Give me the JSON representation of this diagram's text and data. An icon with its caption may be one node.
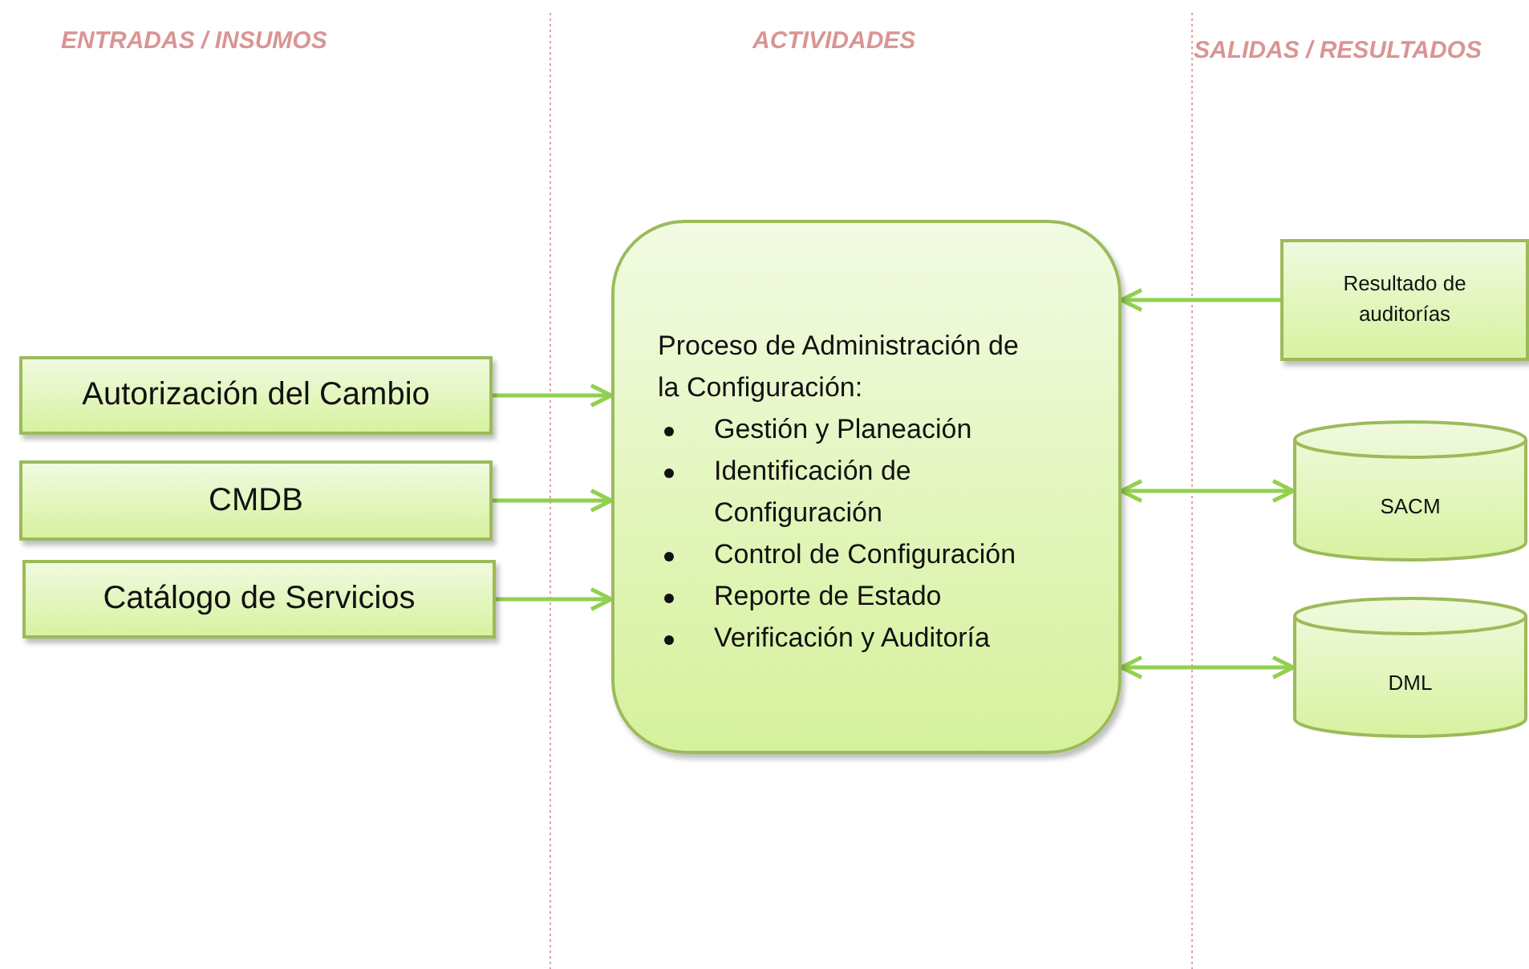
{
  "diagram": {
    "nodes": [
      {
        "text": [
          "Autorización del Cambio"
        ]
      },
      {
        "text": [
          "CMDB"
        ]
      },
      {
        "text": [
          "Catálogo de Servicios"
        ]
      },
      {
        "text": [
          "Proceso de Administración de la Configuración:",
          "Gestión y Planeación",
          "Identificación de Configuración",
          "Control de Configuración",
          "Reporte de Estado",
          "Verificación y Auditoría"
        ]
      },
      {
        "text": [
          "Resultado de auditorías"
        ]
      },
      {
        "text": [
          "SACM"
        ]
      },
      {
        "text": [
          "DML"
        ]
      }
    ],
    "edges": [
      {
        "from": 0,
        "to": 3,
        "arrow": "to"
      },
      {
        "from": 1,
        "to": 3,
        "arrow": "to"
      },
      {
        "from": 2,
        "to": 3,
        "arrow": "to"
      },
      {
        "from": 4,
        "to": 3,
        "arrow": "to"
      },
      {
        "from": 3,
        "to": 5,
        "arrow": "both"
      },
      {
        "from": 3,
        "to": 6,
        "arrow": "both"
      }
    ],
    "labels": [
      "ENTRADAS / INSUMOS",
      "ACTIVIDADES",
      "SALIDAS / RESULTADOS"
    ]
  }
}
